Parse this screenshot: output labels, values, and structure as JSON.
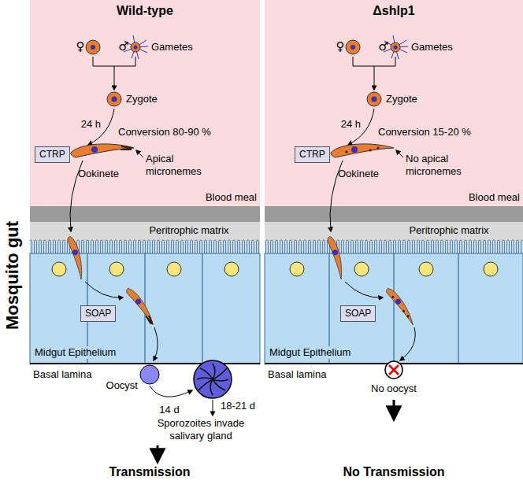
{
  "diagram": {
    "nodes": [
      {
        "text": [
          "Wild-type"
        ]
      },
      {
        "text": [
          "CTRP"
        ],
        "in": 0
      },
      {
        "text": [
          "SOAP"
        ],
        "in": 0
      },
      {
        "text": [
          "Δshlp1"
        ]
      },
      {
        "text": [
          "CTRP"
        ],
        "in": 3
      },
      {
        "text": [
          "SOAP"
        ],
        "in": 3
      }
    ],
    "labels": [
      "Mosquito gut",
      "♀",
      "♂",
      "Gametes",
      "Zygote",
      "24 h",
      "Conversion 80-90 %",
      "Ookinete",
      "Apical micronemes",
      "Blood meal",
      "Peritrophic matrix",
      "Midgut Epithelium",
      "Basal lamina",
      "Oocyst",
      "14 d",
      "18-21 d",
      "Sporozoites invade salivary gland",
      "Transmission",
      "♀",
      "♂",
      "Gametes",
      "Zygote",
      "24 h",
      "Conversion 15-20 %",
      "Ookinete",
      "No apical micronemes",
      "Blood meal",
      "Peritrophic matrix",
      "Midgut Epithelium",
      "Basal lamina",
      "No oocyst",
      "No Transmission"
    ]
  }
}
